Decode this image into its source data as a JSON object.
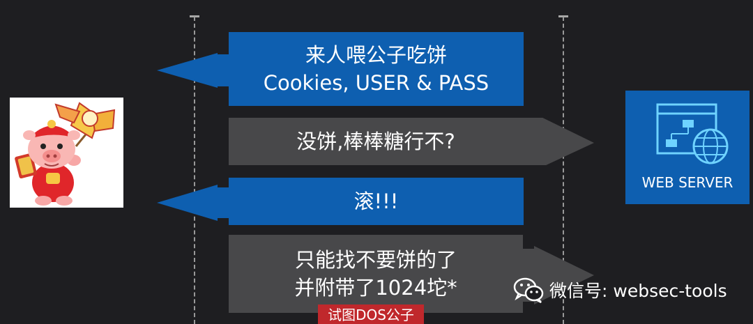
{
  "messages": [
    {
      "id": "request",
      "direction": "to-client",
      "color": "#0e5fb0",
      "lines": [
        "来人喂公子吃饼",
        "Cookies, USER & PASS"
      ]
    },
    {
      "id": "reply",
      "direction": "to-server",
      "color": "#48484a",
      "lines": [
        "没饼,棒棒糖行不?"
      ]
    },
    {
      "id": "reject",
      "direction": "to-client",
      "color": "#0e5fb0",
      "lines": [
        "滚!!!"
      ]
    },
    {
      "id": "dos",
      "direction": "to-server",
      "color": "#48484a",
      "lines": [
        "只能找不要饼的了",
        "并附带了1024坨*"
      ]
    }
  ],
  "note": {
    "label": "试图DOS公子",
    "color": "#c0282c"
  },
  "server": {
    "label": "WEB SERVER",
    "color": "#0e5fb0"
  },
  "client": {
    "image": "pig-cartoon-mascot-with-lollipop"
  },
  "watermark": {
    "icon": "wechat-icon",
    "text": "微信号: websec-tools"
  }
}
